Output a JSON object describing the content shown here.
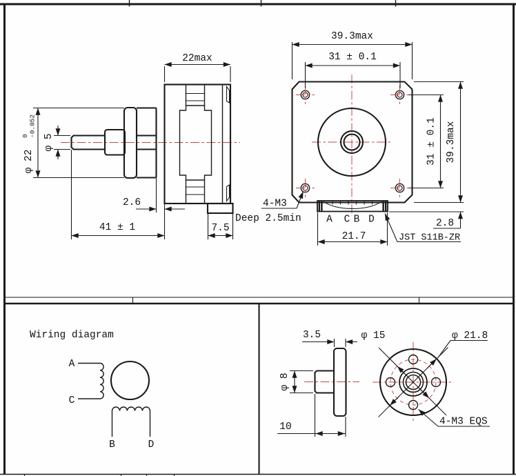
{
  "colors": {
    "line": "#1a1a1a",
    "centerline": "#c94545",
    "background": "#ffffff"
  },
  "side_view": {
    "body_length": "22max",
    "pilot_dia": "φ 22",
    "pilot_tol_upper": "0",
    "pilot_tol_lower": "-0.052",
    "shaft_dia": "φ 5",
    "pilot_depth": "2.6",
    "total_length": "41 ± 1",
    "connector_depth": "7.5"
  },
  "front_view": {
    "width": "39.3max",
    "hole_pitch_h": "31 ± 0.1",
    "hole_pitch_v": "31 ± 0.1",
    "height": "39.3max",
    "mount_thread": "4-M3",
    "thread_depth": "Deep 2.5min",
    "pins": [
      "A",
      "C",
      "B",
      "D"
    ],
    "connector_width": "21.7",
    "connector_height": "2.8",
    "connector_model": "JST S11B-ZR"
  },
  "wiring_diagram": {
    "title": "Wiring diagram",
    "phase_a": "A",
    "phase_c": "C",
    "phase_b": "B",
    "phase_d": "D"
  },
  "hub_view": {
    "disc_thickness": "3.5",
    "bore_dia": "φ 8",
    "hub_length": "10",
    "bolt_circle_dia": "φ 15",
    "outer_dia": "φ 21.8",
    "holes_note": "4-M3 EQS"
  }
}
